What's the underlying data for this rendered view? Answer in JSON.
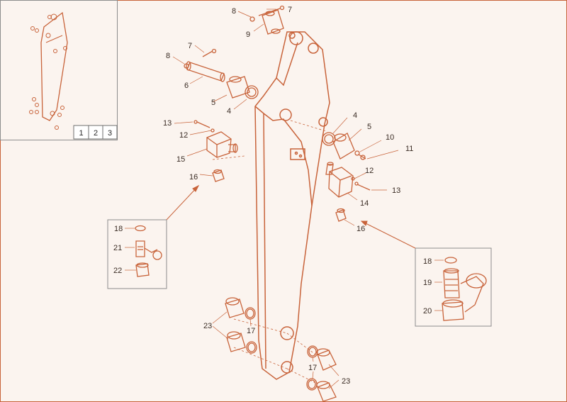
{
  "colors": {
    "background": "#fbf4ef",
    "line": "#c8633a",
    "inset_border": "#8d8d8d",
    "text": "#3a2c24"
  },
  "thumbnail": {
    "section_tabs": [
      "1",
      "2",
      "3"
    ]
  },
  "callouts": {
    "pin_top": "7",
    "lock_top": "8",
    "bushing_top": "9",
    "pin_mid": "7",
    "lock_mid": "8",
    "bushing_mid": "6",
    "bush_boom_left": "5",
    "ring_boom_left": "4",
    "ring_right": "4",
    "bush_right": "5",
    "screw_right_10": "10",
    "washer_right_11": "11",
    "washer_right_12": "12",
    "bolt_right_13": "13",
    "block_right_14": "14",
    "plug_right_16": "16",
    "bolt_left_13": "13",
    "washer_left_12": "12",
    "block_left_15": "15",
    "plug_left_16": "16"
  },
  "detail_left": {
    "labels": [
      "18",
      "21",
      "22"
    ]
  },
  "detail_right": {
    "labels": [
      "18",
      "19",
      "20"
    ]
  },
  "bottom_left": {
    "bush": "23",
    "ring": "17"
  },
  "bottom_right": {
    "ring": "17",
    "bush": "23"
  }
}
